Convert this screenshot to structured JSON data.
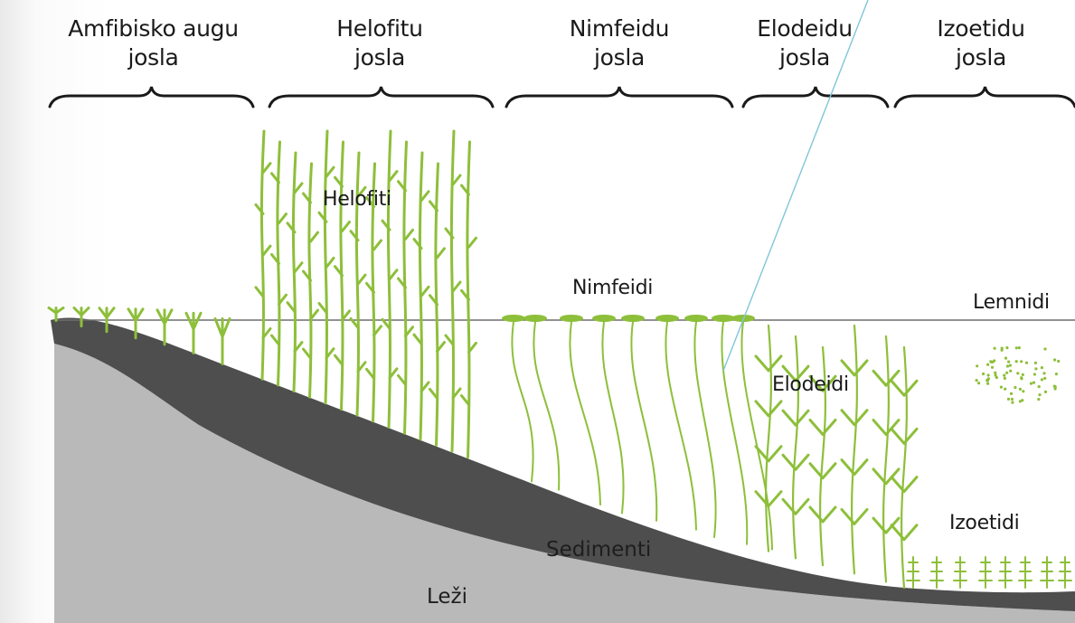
{
  "zones": [
    {
      "line1": "Amfibisko augu",
      "line2": "josla"
    },
    {
      "line1": "Helofitu",
      "line2": "josla"
    },
    {
      "line1": "Nimfeidu",
      "line2": "josla"
    },
    {
      "line1": "Elodeidu",
      "line2": "josla"
    },
    {
      "line1": "Izoetidu",
      "line2": "josla"
    }
  ],
  "plant_groups": {
    "helofiti": "Helofiti",
    "nimfeidi": "Nimfeidi",
    "lemnidi": "Lemnidi",
    "elodeidi": "Elodeidi",
    "izoetidi": "Izoetidi"
  },
  "layers": {
    "sedimenti": "Sedimenti",
    "lezi": "Leži"
  },
  "colors": {
    "plant": "#8dbf3a",
    "sediment": "#4e4e4e",
    "bedrock": "#b9b9b9",
    "water_line": "#6e6e6e",
    "stray_line": "#7fc6d8"
  }
}
